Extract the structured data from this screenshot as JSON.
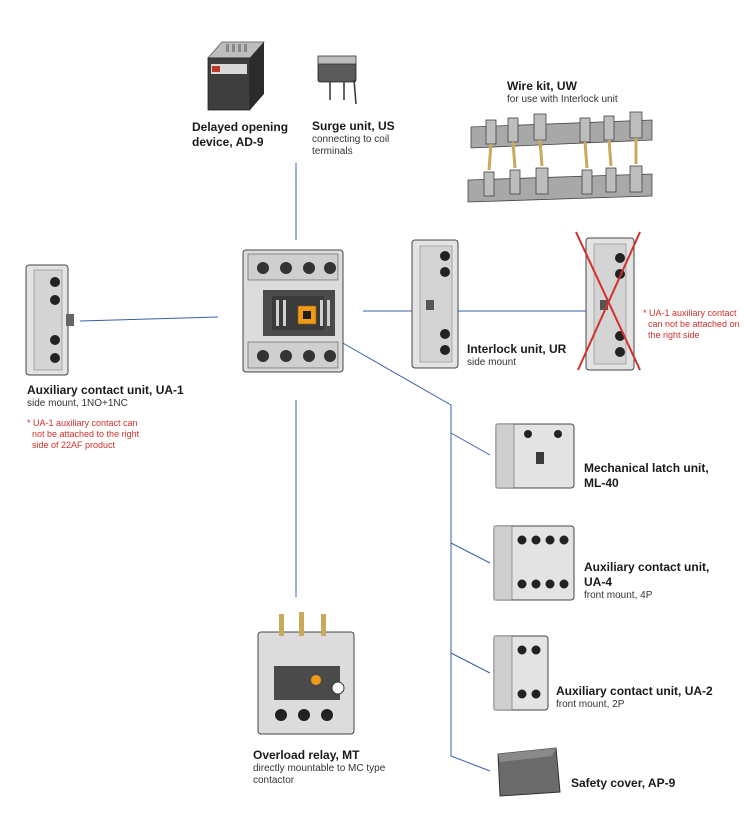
{
  "colors": {
    "connector": "#3a5fa8",
    "note": "#d0312d",
    "cross": "#d0312d",
    "body_light": "#dedede",
    "body_dark": "#4a4a4a",
    "accent_orange": "#f19a18"
  },
  "components": {
    "ad9": {
      "title_1": "Delayed opening",
      "title_2": "device, AD-9"
    },
    "us": {
      "title": "Surge unit, US",
      "sub_1": "connecting to coil",
      "sub_2": "terminals"
    },
    "uw": {
      "title": "Wire kit, UW",
      "sub": "for use with Interlock unit"
    },
    "ua1": {
      "title": "Auxiliary contact unit, UA-1",
      "sub": "side mount, 1NO+1NC",
      "note_1": "* UA-1 auxiliary contact can",
      "note_2": "not be attached to the right",
      "note_3": "side of 22AF product"
    },
    "ur": {
      "title": "Interlock unit, UR",
      "sub": "side mount"
    },
    "ur_note": {
      "line_1": "* UA-1 auxiliary contact",
      "line_2": "can not be attached on",
      "line_3": "the right side"
    },
    "ml40": {
      "title_1": "Mechanical latch unit,",
      "title_2": "ML-40"
    },
    "ua4": {
      "title_1": "Auxiliary contact unit,",
      "title_2": "UA-4",
      "sub": "front mount, 4P"
    },
    "ua2": {
      "title": "Auxiliary contact unit, UA-2",
      "sub": "front mount, 2P"
    },
    "ap9": {
      "title": "Safety cover, AP-9"
    },
    "mt": {
      "title": "Overload relay, MT",
      "sub_1": "directly mountable to MC type",
      "sub_2": "contactor"
    }
  }
}
